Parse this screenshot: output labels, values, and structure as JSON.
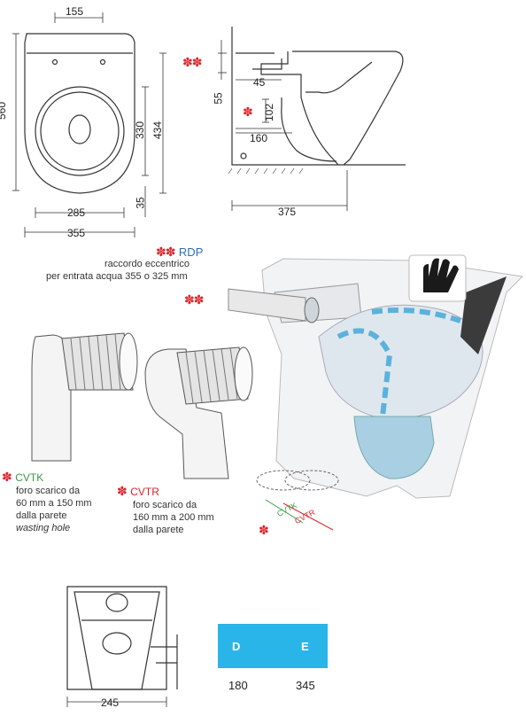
{
  "top_plan": {
    "dim_width_top": "155",
    "dim_height_total": "560",
    "dim_bottom_outer": "355",
    "dim_bottom_inner": "285",
    "dim_right_1": "330",
    "dim_right_2": "434",
    "dim_right_3": "35"
  },
  "side_section": {
    "dim_45": "45",
    "dim_55": "55",
    "dim_102": "102",
    "dim_160": "160",
    "dim_375": "375"
  },
  "rdp": {
    "code": "RDP",
    "desc_line1": "raccordo eccentrico",
    "desc_line2": "per entrata acqua 355 o 325 mm"
  },
  "cvtk": {
    "code": "CVTK",
    "line1": "foro scarico da",
    "line2": "60 mm a 150 mm",
    "line3": "dalla parete",
    "line4": "wasting hole"
  },
  "cvtr": {
    "code": "CVTR",
    "line1": "foro scarico da",
    "line2": "160 mm a 200 mm",
    "line3": "dalla parete"
  },
  "floor_labels": {
    "cvtk": "CVTK",
    "cvtr": "CVTR"
  },
  "front_view": {
    "dim_bottom": "245"
  },
  "table": {
    "header_d": "D",
    "header_e": "E",
    "value_d": "180",
    "value_e": "345"
  },
  "colors": {
    "accent_blue": "#29b5e8",
    "star_red": "#d9262c",
    "cvtk_green": "#3a9a44",
    "rdp_blue": "#2e6db5"
  }
}
